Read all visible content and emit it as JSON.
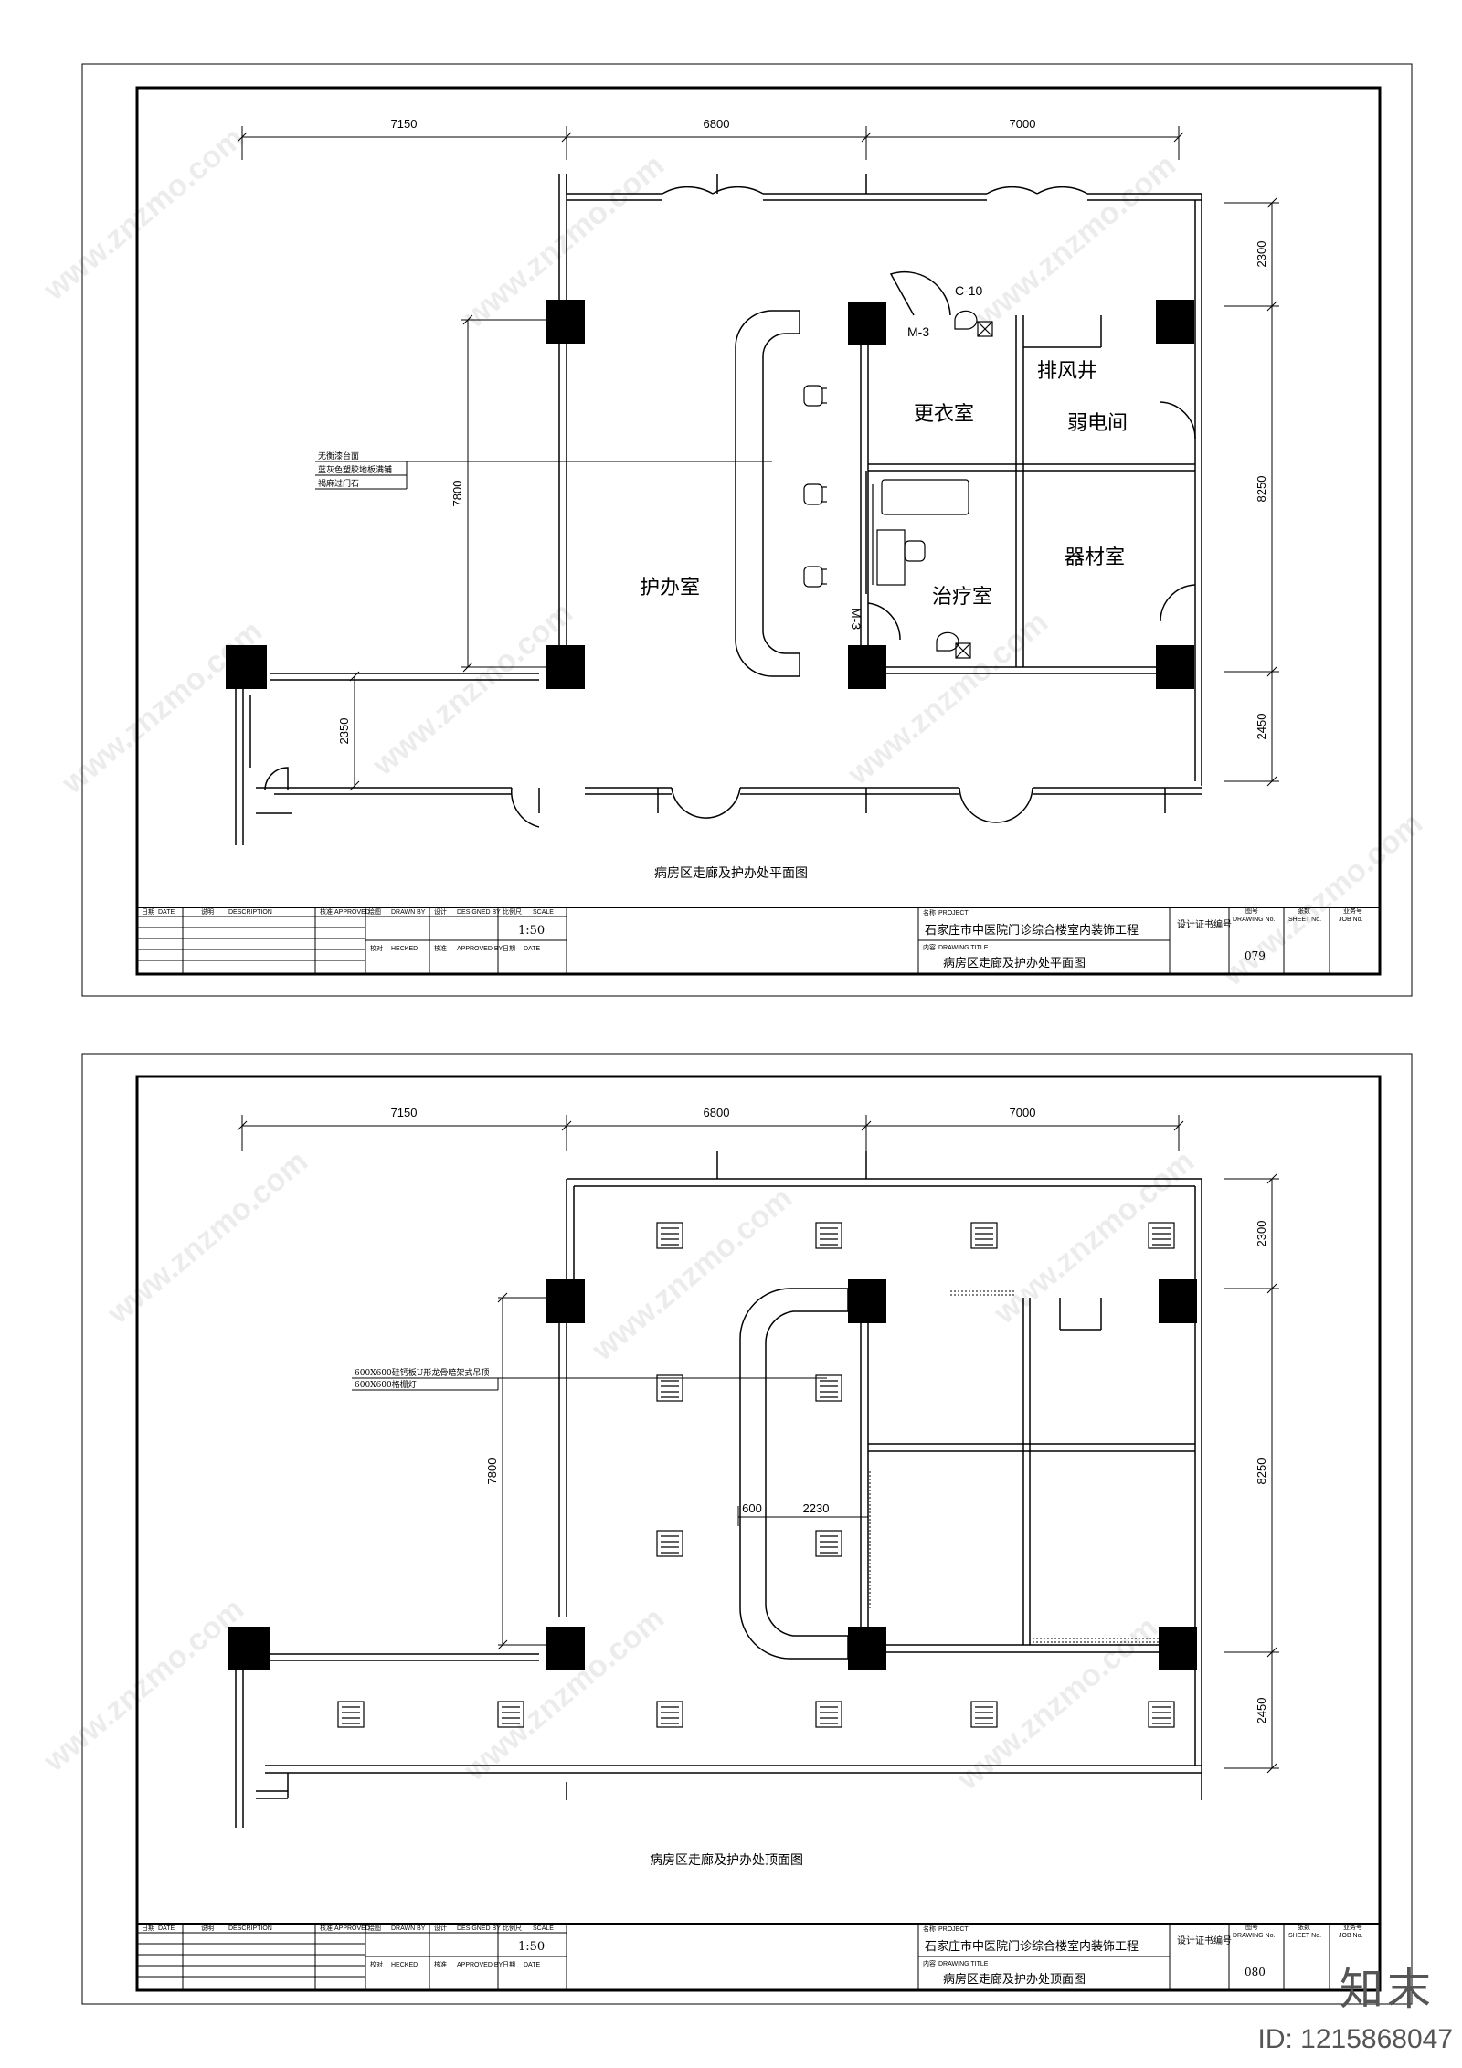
{
  "sheets": [
    {
      "dims_top": [
        "7150",
        "6800",
        "7000"
      ],
      "dims_right": [
        "2300",
        "8250",
        "2450"
      ],
      "dim_left": "7800",
      "dim_lower_left": "2350",
      "rooms": {
        "nurse_office": "护办室",
        "changing_room": "更衣室",
        "exhaust_shaft": "排风井",
        "weak_current": "弱电间",
        "treatment": "治疗室",
        "equipment": "器材室"
      },
      "tags": {
        "c10": "C-10",
        "m3a": "M-3",
        "m3b": "M-3"
      },
      "notes": [
        "无衡漆台面",
        "蓝灰色塑胶地板满铺",
        "褐麻过门石"
      ],
      "drawing_caption": "病房区走廊及护办处平面图",
      "title_block": {
        "date_cn": "日期",
        "date_en": "DATE",
        "desc_cn": "说明",
        "desc_en": "DESCRIPTION",
        "approved_cn": "核准",
        "approved_en": "APPROVED",
        "drawn_cn": "绘图",
        "drawn_en": "DRAWN BY",
        "designed_cn": "设计",
        "designed_en": "DESIGNED BY",
        "scale_cn": "比例尺",
        "scale_en": "SCALE",
        "scale_value": "1:50",
        "checked_cn": "校对",
        "checked_en": "HECKED",
        "approved2_cn": "核准",
        "approved2_en": "APPROVED BY",
        "date2_cn": "日期",
        "date2_en": "DATE",
        "project_cn": "名称",
        "project_en": "PROJECT",
        "project_name": "石家庄市中医院门诊综合楼室内装饰工程",
        "title_cn": "内容",
        "title_en": "DRAWING TITLE",
        "drawing_title": "病房区走廊及护办处平面图",
        "cert": "设计证书编号",
        "drawing_no_cn": "图号",
        "drawing_no_en": "DRAWING No.",
        "sheet_no_cn": "张数",
        "sheet_no_en": "SHEET No.",
        "job_no_cn": "业务号",
        "job_no_en": "JOB No.",
        "drawing_no": "079"
      }
    },
    {
      "dims_top": [
        "7150",
        "6800",
        "7000"
      ],
      "dims_right": [
        "2300",
        "8250",
        "2450"
      ],
      "dim_left": "7800",
      "dims_inner": [
        "600",
        "2230"
      ],
      "notes": [
        "600X600硅钙板U形龙骨暗架式吊顶",
        "600X600格栅灯"
      ],
      "drawing_caption": "病房区走廊及护办处顶面图",
      "title_block": {
        "date_cn": "日期",
        "date_en": "DATE",
        "desc_cn": "说明",
        "desc_en": "DESCRIPTION",
        "approved_cn": "核准",
        "approved_en": "APPROVED",
        "drawn_cn": "绘图",
        "drawn_en": "DRAWN BY",
        "designed_cn": "设计",
        "designed_en": "DESIGNED BY",
        "scale_cn": "比例尺",
        "scale_en": "SCALE",
        "scale_value": "1:50",
        "checked_cn": "校对",
        "checked_en": "HECKED",
        "approved2_cn": "核准",
        "approved2_en": "APPROVED BY",
        "date2_cn": "日期",
        "date2_en": "DATE",
        "project_cn": "名称",
        "project_en": "PROJECT",
        "project_name": "石家庄市中医院门诊综合楼室内装饰工程",
        "title_cn": "内容",
        "title_en": "DRAWING TITLE",
        "drawing_title": "病房区走廊及护办处顶面图",
        "cert": "设计证书编号",
        "drawing_no_cn": "图号",
        "drawing_no_en": "DRAWING No.",
        "sheet_no_cn": "张数",
        "sheet_no_en": "SHEET No.",
        "job_no_cn": "业务号",
        "job_no_en": "JOB No.",
        "drawing_no": "080"
      }
    }
  ],
  "watermark": "www.znzmo.com",
  "footer_logo": "知末",
  "footer_id": "ID: 1215868047"
}
